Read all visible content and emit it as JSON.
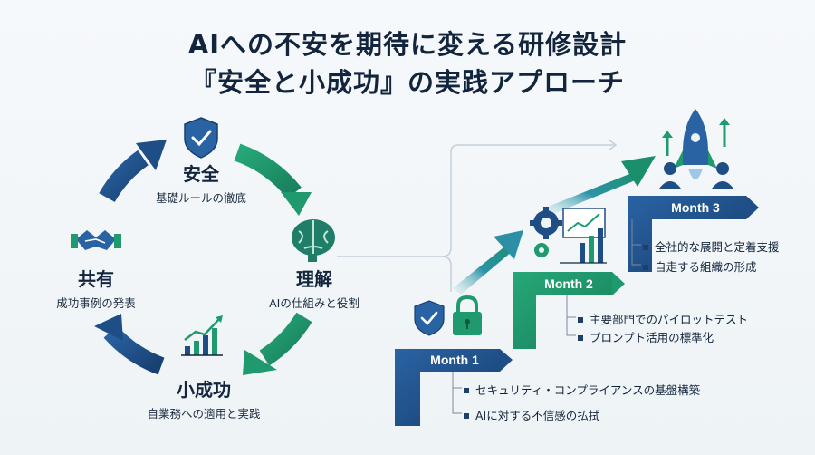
{
  "title": {
    "line1": "AIへの不安を期待に変える研修設計",
    "line2": "『安全と小成功』の実践アプローチ"
  },
  "cycle": {
    "safety": {
      "title": "安全",
      "sub": "基礎ルールの徹底"
    },
    "understanding": {
      "title": "理解",
      "sub": "AIの仕組みと役割"
    },
    "small_success": {
      "title": "小成功",
      "sub": "自業務への適用と実践"
    },
    "sharing": {
      "title": "共有",
      "sub": "成功事例の発表"
    }
  },
  "roadmap": {
    "month1": {
      "label": "Month 1",
      "items": [
        "セキュリティ・コンプライアンスの基盤構築",
        "AIに対する不信感の払拭"
      ]
    },
    "month2": {
      "label": "Month 2",
      "items": [
        "主要部門でのパイロットテスト",
        "プロンプト活用の標準化"
      ]
    },
    "month3": {
      "label": "Month 3",
      "items": [
        "全社的な展開と定着支援",
        "自走する組織の形成"
      ]
    }
  },
  "icons": [
    "shield-check-icon",
    "brain-icon",
    "growth-chart-icon",
    "handshake-icon",
    "lock-icon",
    "gear-icon",
    "dashboard-chart-icon",
    "rocket-icon",
    "people-icon"
  ],
  "colors": {
    "navy": "#1f4e86",
    "green": "#1f9a6e",
    "dark": "#12253c"
  }
}
